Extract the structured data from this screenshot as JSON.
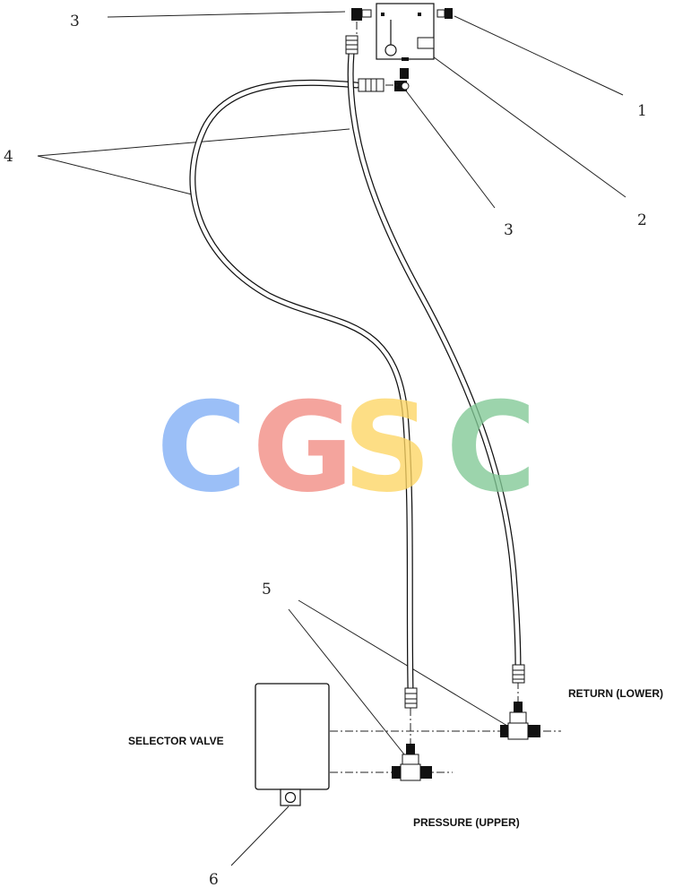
{
  "callouts": {
    "c1": "1",
    "c2": "2",
    "c3_top": "3",
    "c3_mid": "3",
    "c4": "4",
    "c5": "5",
    "c6": "6"
  },
  "labels": {
    "selector_valve": "SELECTOR VALVE",
    "return_lower": "RETURN (LOWER)",
    "pressure_upper": "PRESSURE (UPPER)"
  },
  "watermark": {
    "letters": [
      "C",
      "G",
      "S",
      "C"
    ],
    "colors": [
      "#7FAEF5",
      "#F28B82",
      "#FDD663",
      "#81C995"
    ]
  }
}
